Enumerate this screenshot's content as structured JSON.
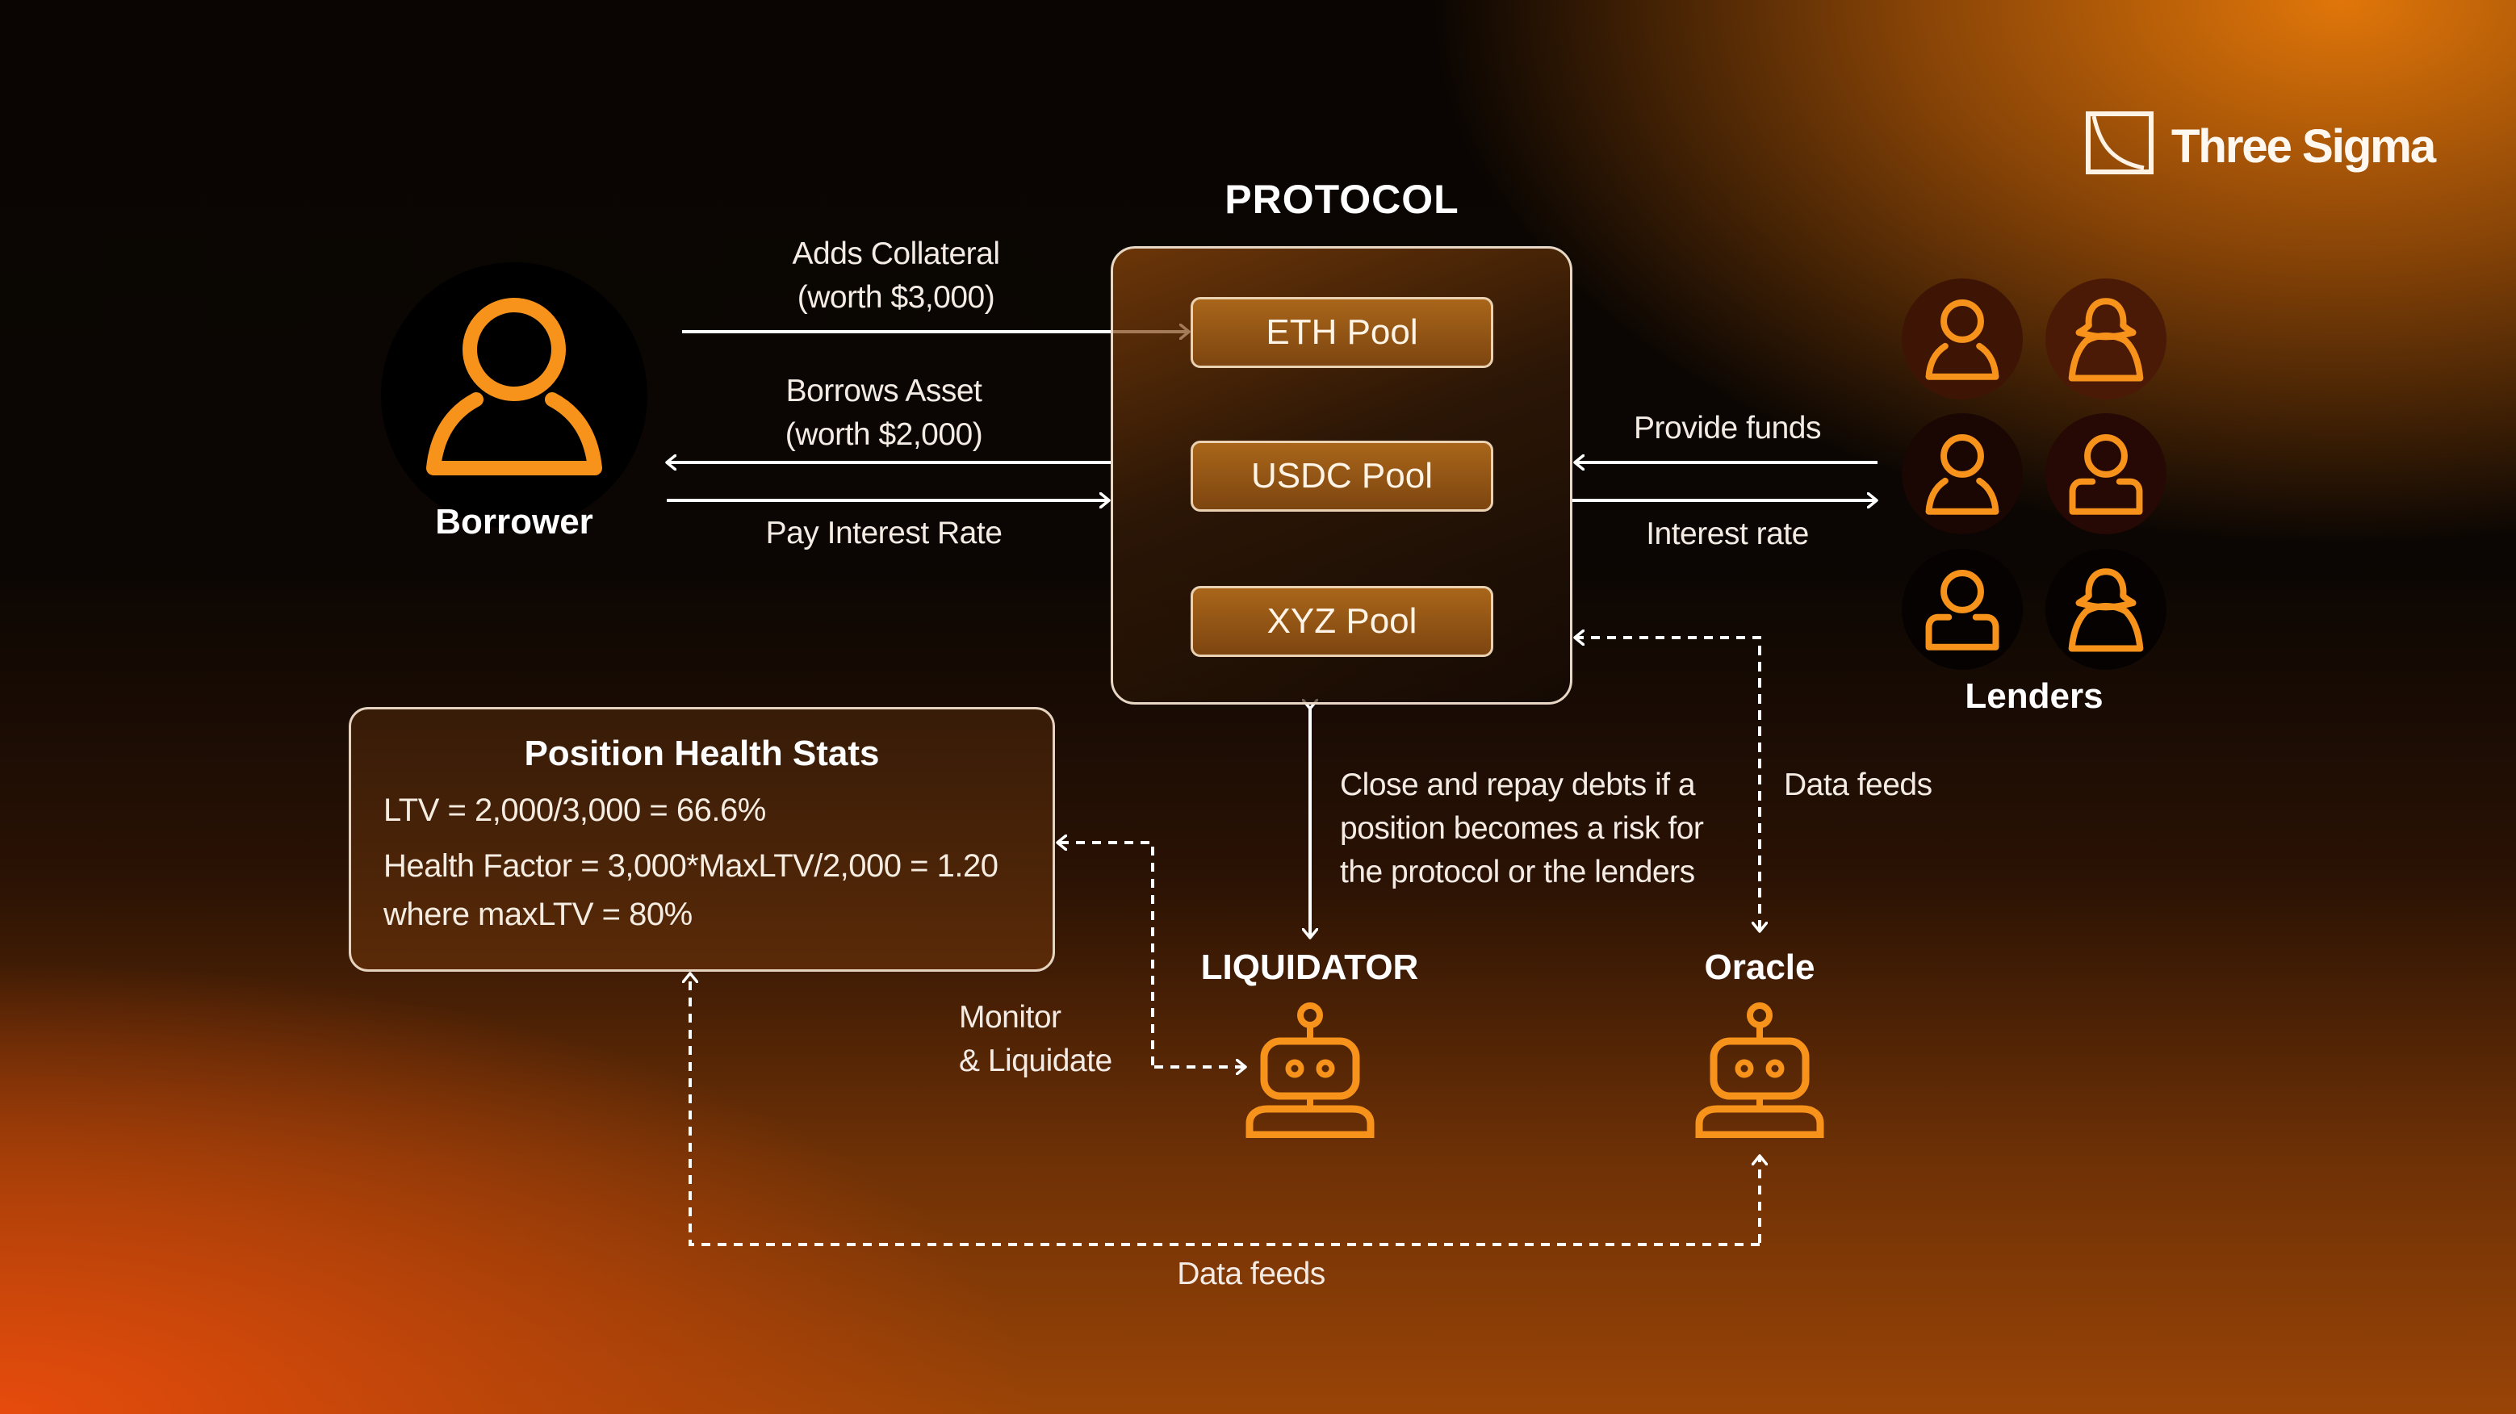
{
  "brand": {
    "name": "Three Sigma",
    "logo_icon": "three-sigma-square-logo"
  },
  "colors": {
    "accent_orange": "#f7931a",
    "text_white": "#ffffff",
    "box_border": "#e8d7c4",
    "pool_fill": "#9a5816"
  },
  "protocol": {
    "title": "PROTOCOL",
    "pools": [
      {
        "label": "ETH Pool"
      },
      {
        "label": "USDC Pool"
      },
      {
        "label": "XYZ Pool"
      }
    ]
  },
  "borrower": {
    "label": "Borrower",
    "icon": "user-icon",
    "flows": {
      "adds_collateral_line1": "Adds Collateral",
      "adds_collateral_line2": "(worth $3,000)",
      "borrows_asset_line1": "Borrows Asset",
      "borrows_asset_line2": "(worth $2,000)",
      "pay_interest": "Pay Interest Rate"
    }
  },
  "lenders": {
    "label": "Lenders",
    "icons": [
      "male-user-icon",
      "female-user-icon",
      "male-user-icon",
      "male-user-icon-square",
      "male-user-icon-square",
      "female-user-icon"
    ],
    "flows": {
      "provide_funds": "Provide funds",
      "interest_rate": "Interest rate"
    }
  },
  "health_stats": {
    "title": "Position Health Stats",
    "lines": [
      "LTV = 2,000/3,000 = 66.6%",
      "Health Factor = 3,000*MaxLTV/2,000 = 1.20",
      "where maxLTV = 80%"
    ]
  },
  "liquidator": {
    "label": "LIQUIDATOR",
    "icon": "robot-icon",
    "action_line1": "Close and repay debts if a",
    "action_line2": "position becomes a risk for",
    "action_line3": "the protocol or the lenders",
    "monitor_line1": "Monitor",
    "monitor_line2": "& Liquidate"
  },
  "oracle": {
    "label": "Oracle",
    "icon": "robot-icon",
    "data_feeds_protocol": "Data feeds",
    "data_feeds_health": "Data feeds"
  }
}
